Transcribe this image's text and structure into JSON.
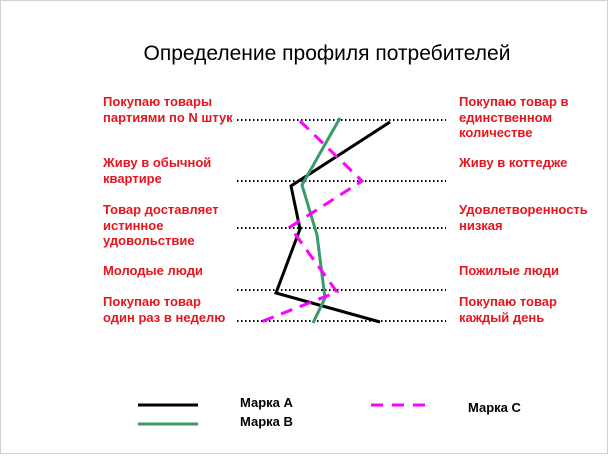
{
  "title": "Определение профиля потребителей",
  "left_labels": [
    "Покупаю товары партиями по N штук",
    "Живу в обычной квартире",
    "Товар доставляет истинное удовольствие",
    "Молодые люди",
    "Покупаю товар один раз в неделю"
  ],
  "right_labels": [
    "Покупаю товар в единственном количестве",
    "Живу в коттедже",
    "Удовлетворенность низкая",
    "Пожилые люди",
    "Покупаю товар каждый день"
  ],
  "legend": {
    "a": "Марка А",
    "b": "Марка В",
    "c": "Марка С"
  },
  "colors": {
    "label": "#e8141e",
    "brand_a": "#000000",
    "brand_b": "#3a9a6a",
    "brand_c": "#ff00ff"
  }
}
